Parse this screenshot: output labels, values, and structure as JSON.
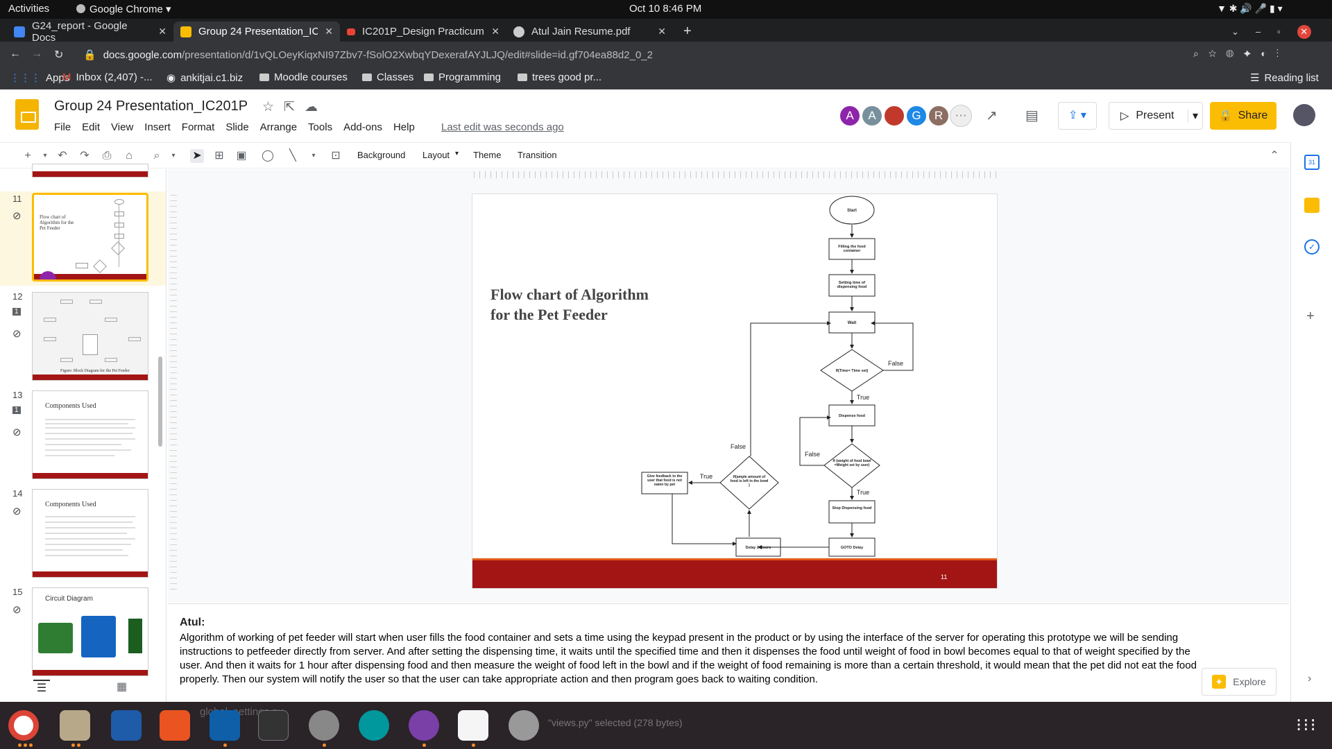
{
  "system": {
    "activities": "Activities",
    "app_name": "Google Chrome",
    "clock": "Oct 10  8:46 PM"
  },
  "tabs": [
    {
      "label": "G24_report - Google Docs",
      "color": "#4285f4"
    },
    {
      "label": "Group 24 Presentation_IC",
      "color": "#fbbc04"
    },
    {
      "label": "IC201P_Design Practicum",
      "color": "#ea4335"
    },
    {
      "label": "Atul Jain Resume.pdf",
      "color": "#cccccc"
    }
  ],
  "address": {
    "domain": "docs.google.com",
    "path": "/presentation/d/1vQLOeyKiqxNI97Zbv7-fSolO2XwbqYDexerafAYJLJQ/edit#slide=id.gf704ea88d2_0_2"
  },
  "bookmarks": [
    "Apps",
    "Inbox (2,407) -...",
    "ankitjai.c1.biz",
    "Moodle courses",
    "Classes",
    "Programming",
    "trees good pr...",
    "Reading list"
  ],
  "doc": {
    "title": "Group 24 Presentation_IC201P",
    "menus": [
      "File",
      "Edit",
      "View",
      "Insert",
      "Format",
      "Slide",
      "Arrange",
      "Tools",
      "Add-ons",
      "Help"
    ],
    "last_edit": "Last edit was seconds ago",
    "present": "Present",
    "share": "Share"
  },
  "collaborators": [
    {
      "initial": "A",
      "color": "#8e24aa"
    },
    {
      "initial": "A",
      "color": "#78909c"
    },
    {
      "initial": "",
      "color": "#c0392b"
    },
    {
      "initial": "G",
      "color": "#1e88e5"
    },
    {
      "initial": "R",
      "color": "#8d6e63"
    }
  ],
  "toolbar": {
    "background": "Background",
    "layout": "Layout",
    "theme": "Theme",
    "transition": "Transition"
  },
  "filmstrip": [
    {
      "num": "11",
      "title": "Flow chart of Algorithm for the Pet Feeder",
      "selected": true
    },
    {
      "num": "12",
      "title": "Figure: Block Diagram for the Pet Feeder",
      "selected": false
    },
    {
      "num": "13",
      "title": "Components Used",
      "selected": false
    },
    {
      "num": "14",
      "title": "Components Used",
      "selected": false
    },
    {
      "num": "15",
      "title": "Circuit Diagram",
      "selected": false
    }
  ],
  "slide": {
    "title": "Flow chart of Algorithm for the Pet Feeder",
    "page_number": "11",
    "flowchart": {
      "start": "Start",
      "fill": "Filling the food container",
      "set_time": "Setting time of dispensing food",
      "wait": "Wait",
      "cond_time": "If(Time= Time set)",
      "false1": "False",
      "true1": "True",
      "dispense": "Dispense food",
      "cond_weight": "If (weight of food bowl =Weight set by user)",
      "false2": "False",
      "true2": "True",
      "stop": "Stop Dispensing food",
      "goto": "GOTO Delay",
      "delay": "Delay 2 Hours",
      "cond_left": "If(ample amount of food is left in the bowl )",
      "true3": "True",
      "false3": "False",
      "feedback": "Give feedback to the user that food is not eaten by pet"
    }
  },
  "notes": {
    "speaker": "Atul:",
    "text": "Algorithm of working of pet feeder will start when user fills the food container and sets a time using the keypad present in the product or by using the interface of the server for operating this prototype we will be sending instructions to petfeeder directly from server. And after setting the dispensing time, it waits until the specified time and then it dispenses the food until weight of food in bowl becomes equal to that of weight specified by the user. And then it waits for 1 hour after dispensing food and then measure the weight of food left in the bowl and if the weight of food remaining is more than a certain threshold, it would mean that the pet did not eat the food properly. Then our system will notify the user so that the user can take appropriate action and then program goes back to waiting condition."
  },
  "explore": "Explore",
  "taskbar_bg_text": {
    "file": "global_settings.py",
    "selected": "\"views.py\" selected  (278 bytes)"
  }
}
